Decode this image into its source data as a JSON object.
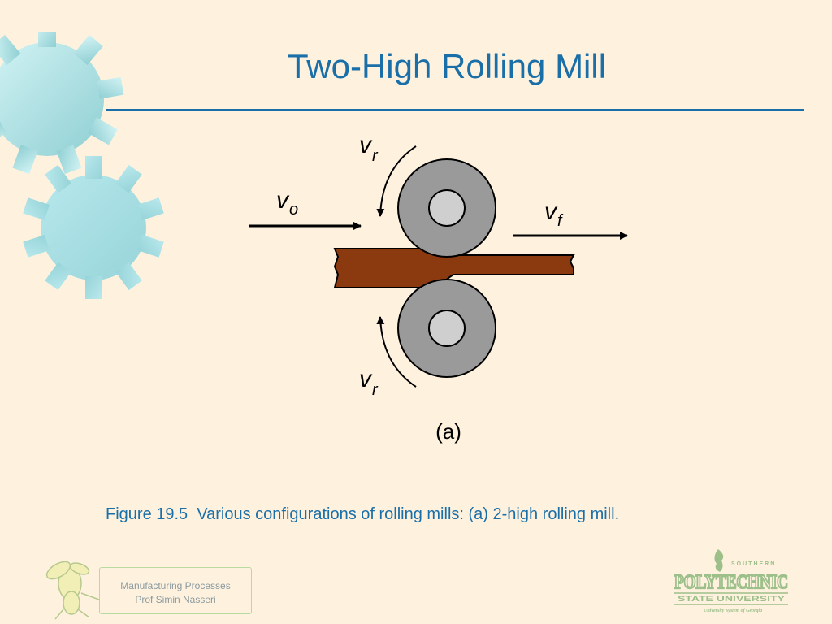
{
  "slide": {
    "title": "Two-High Rolling Mill",
    "caption": "Figure 19.5  Various configurations of rolling mills: (a) 2-high rolling mill."
  },
  "diagram": {
    "roll_velocity_label": "v",
    "roll_velocity_sub": "r",
    "entry_velocity_label": "v",
    "entry_velocity_sub": "o",
    "exit_velocity_label": "v",
    "exit_velocity_sub": "f",
    "panel_label": "(a)"
  },
  "footer": {
    "course": "Manufacturing Processes",
    "instructor": "Prof Simin Nasseri"
  },
  "logo": {
    "top": "SOUTHERN",
    "name": "POLYTECHNIC",
    "sub": "STATE UNIVERSITY",
    "tagline": "University System of Georgia"
  },
  "colors": {
    "background": "#fef2df",
    "title": "#1a6fa8",
    "workpiece": "#8b3a0f",
    "roll": "#9a9a9a",
    "roll_hub": "#cfcfcf",
    "gear": "#a8dfe4",
    "logo": "#9dbf8a"
  },
  "icons": [
    "gear-icon",
    "hornet-mascot-icon",
    "university-logo"
  ]
}
